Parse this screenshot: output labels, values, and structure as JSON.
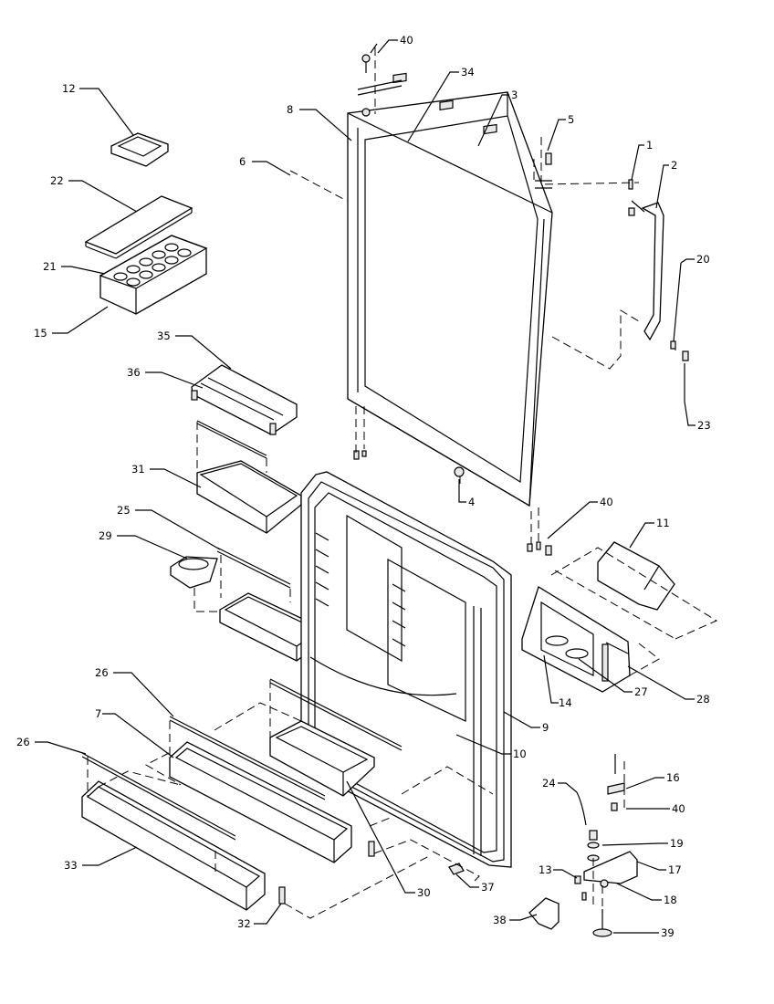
{
  "callouts": [
    {
      "id": "c40a",
      "text": "40"
    },
    {
      "id": "c34",
      "text": "34"
    },
    {
      "id": "c3",
      "text": "3"
    },
    {
      "id": "c5",
      "text": "5"
    },
    {
      "id": "c8",
      "text": "8"
    },
    {
      "id": "c12",
      "text": "12"
    },
    {
      "id": "c6",
      "text": "6"
    },
    {
      "id": "c1",
      "text": "1"
    },
    {
      "id": "c2",
      "text": "2"
    },
    {
      "id": "c22",
      "text": "22"
    },
    {
      "id": "c21",
      "text": "21"
    },
    {
      "id": "c15",
      "text": "15"
    },
    {
      "id": "c20",
      "text": "20"
    },
    {
      "id": "c35",
      "text": "35"
    },
    {
      "id": "c36",
      "text": "36"
    },
    {
      "id": "c23",
      "text": "23"
    },
    {
      "id": "c31",
      "text": "31"
    },
    {
      "id": "c4",
      "text": "4"
    },
    {
      "id": "c40b",
      "text": "40"
    },
    {
      "id": "c25",
      "text": "25"
    },
    {
      "id": "c11",
      "text": "11"
    },
    {
      "id": "c29",
      "text": "29"
    },
    {
      "id": "c14",
      "text": "14"
    },
    {
      "id": "c27",
      "text": "27"
    },
    {
      "id": "c28",
      "text": "28"
    },
    {
      "id": "c26a",
      "text": "26"
    },
    {
      "id": "c9",
      "text": "9"
    },
    {
      "id": "c7",
      "text": "7"
    },
    {
      "id": "c10",
      "text": "10"
    },
    {
      "id": "c26b",
      "text": "26"
    },
    {
      "id": "c16",
      "text": "16"
    },
    {
      "id": "c24",
      "text": "24"
    },
    {
      "id": "c40c",
      "text": "40"
    },
    {
      "id": "c19",
      "text": "19"
    },
    {
      "id": "c33",
      "text": "33"
    },
    {
      "id": "c13",
      "text": "13"
    },
    {
      "id": "c17",
      "text": "17"
    },
    {
      "id": "c30",
      "text": "30"
    },
    {
      "id": "c37",
      "text": "37"
    },
    {
      "id": "c18",
      "text": "18"
    },
    {
      "id": "c32",
      "text": "32"
    },
    {
      "id": "c38",
      "text": "38"
    },
    {
      "id": "c39",
      "text": "39"
    }
  ]
}
